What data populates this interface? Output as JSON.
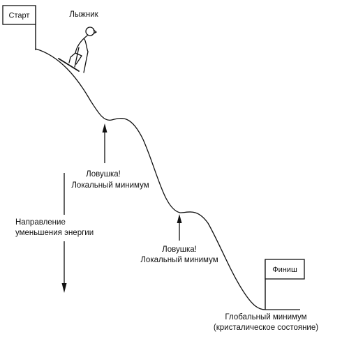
{
  "flags": {
    "start": "Старт",
    "finish": "Финиш"
  },
  "skier": {
    "label": "Лыжник"
  },
  "traps": [
    {
      "line1": "Ловушка!",
      "line2": "Локальный минимум"
    },
    {
      "line1": "Ловушка!",
      "line2": "Локальный минимум"
    }
  ],
  "energy_direction": {
    "line1": "Направление",
    "line2": "уменьшения энергии"
  },
  "global_minimum": {
    "line1": "Глобальный минимум",
    "line2": "(кристалическое состояние)"
  },
  "colors": {
    "ink": "#111111",
    "background": "#ffffff"
  }
}
